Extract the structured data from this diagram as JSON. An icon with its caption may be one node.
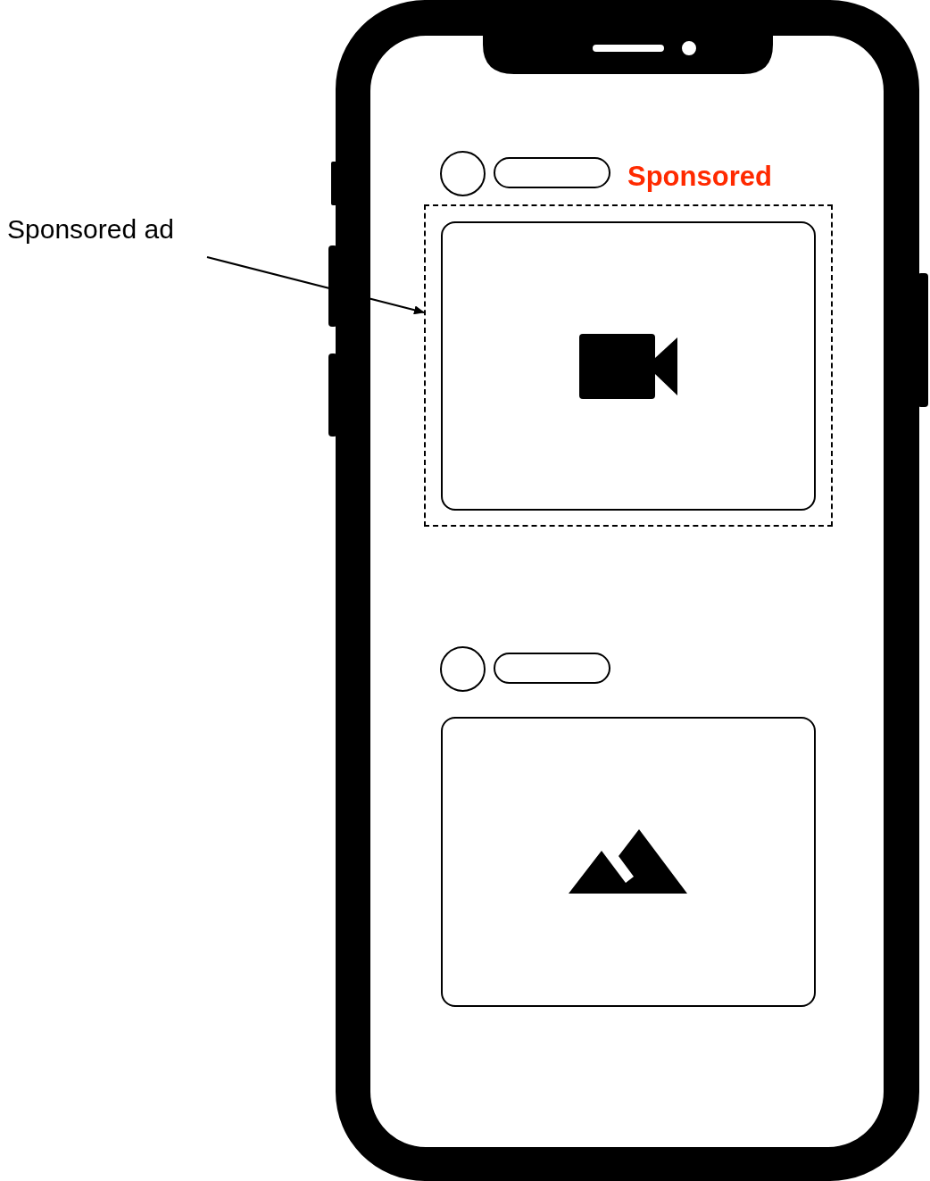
{
  "diagram": {
    "nodes": [
      {
        "text": [
          "Sponsored ad"
        ]
      },
      {
        "text": [],
        "shape": "box"
      }
    ],
    "edges": [
      {
        "from": 0,
        "to": 1,
        "arrow": "to"
      }
    ],
    "labels": [
      "Sponsored"
    ]
  }
}
